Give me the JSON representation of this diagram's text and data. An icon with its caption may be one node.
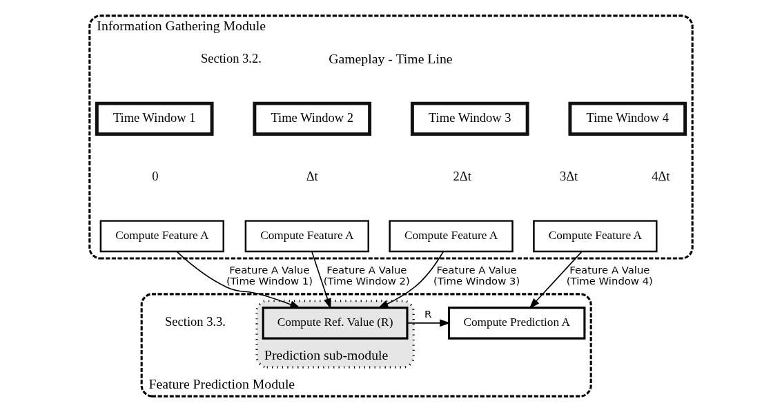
{
  "diagram": {
    "nodes": [
      {
        "text": [
          "Information Gathering Module"
        ],
        "beside": [
          "Section 3.2."
        ]
      },
      {
        "text": [
          "Compute Feature A"
        ],
        "in": 0
      },
      {
        "text": [
          "Compute Feature A"
        ],
        "in": 0
      },
      {
        "text": [
          "Compute Feature A"
        ],
        "in": 0
      },
      {
        "text": [
          "Compute Feature A"
        ],
        "in": 0
      },
      {
        "text": [
          "Feature Prediction Module"
        ],
        "beside": [
          "Section 3.3."
        ]
      },
      {
        "text": [
          "Prediction sub-module"
        ],
        "in": 5
      },
      {
        "text": [
          "Compute Ref. Value (R)"
        ],
        "in": 6
      },
      {
        "text": [
          "Compute Prediction A"
        ],
        "in": 5
      }
    ],
    "edges": [
      {
        "from": 1,
        "to": 7,
        "arrow": "to",
        "label": "Feature A Value (Time Window 1)"
      },
      {
        "from": 2,
        "to": 7,
        "arrow": "to",
        "label": "Feature A Value (Time Window 2)"
      },
      {
        "from": 3,
        "to": 7,
        "arrow": "to",
        "label": "Feature A Value (Time Window 3)"
      },
      {
        "from": 4,
        "to": 8,
        "arrow": "to",
        "label": "Feature A Value (Time Window 4)"
      },
      {
        "from": 7,
        "to": 8,
        "arrow": "to",
        "label": "R"
      }
    ],
    "labels": [
      "Gameplay - Time Line",
      "Time Window 1",
      "Time Window 2",
      "Time Window 3",
      "Time Window 4",
      "0",
      "Δt",
      "2Δt",
      "3Δt",
      "4Δt"
    ]
  }
}
